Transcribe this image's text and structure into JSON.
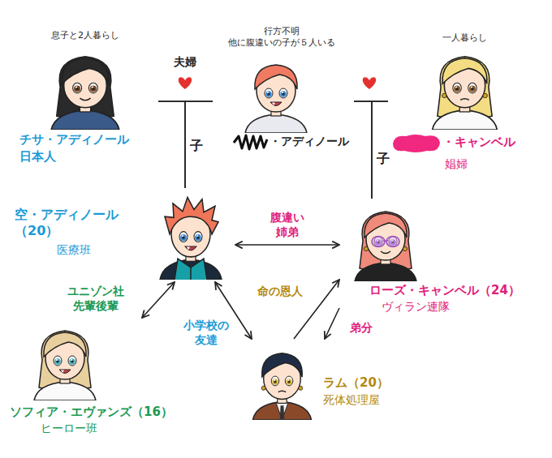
{
  "diagram": {
    "nodes": [
      {
        "text": [
          "息子と2人暮らし",
          "チサ・アディノール",
          "日本人"
        ]
      },
      {
        "text": [
          "行方不明 他に腹違いの子が５人いる",
          "・アディノール"
        ]
      },
      {
        "text": [
          "一人暮らし",
          "・キャンベル",
          "娼婦"
        ]
      },
      {
        "text": [
          "空・アディノール（20）",
          "医療班"
        ]
      },
      {
        "text": [
          "ローズ・キャンベル（24）",
          "ヴィラン連隊"
        ]
      },
      {
        "text": [
          "ソフィア・エヴァンズ（16）",
          "ヒーロー班"
        ]
      },
      {
        "text": [
          "ラム（20）",
          "死体処理屋"
        ]
      }
    ],
    "edges": [
      {
        "from": 0,
        "to": 1,
        "arrow": "none",
        "label": "夫婦"
      },
      {
        "from": 1,
        "to": 2,
        "arrow": "none"
      },
      {
        "from": 0,
        "to": 3,
        "arrow": "none"
      },
      {
        "from": 1,
        "to": 3,
        "arrow": "none"
      },
      {
        "from": 1,
        "to": 4,
        "arrow": "none"
      },
      {
        "from": 2,
        "to": 4,
        "arrow": "none"
      },
      {
        "from": 3,
        "to": 4,
        "arrow": "both",
        "label": "腹違い 姉弟"
      },
      {
        "from": 3,
        "to": 5,
        "arrow": "both",
        "label": "ユニゾン社 先輩後輩"
      },
      {
        "from": 3,
        "to": 6,
        "arrow": "both",
        "label": "小学校の 友達"
      },
      {
        "from": 6,
        "to": 4,
        "arrow": "to",
        "label": "命の恩人"
      },
      {
        "from": 4,
        "to": 6,
        "arrow": "to",
        "label": "弟分"
      }
    ],
    "labels": [
      "子",
      "子"
    ]
  }
}
